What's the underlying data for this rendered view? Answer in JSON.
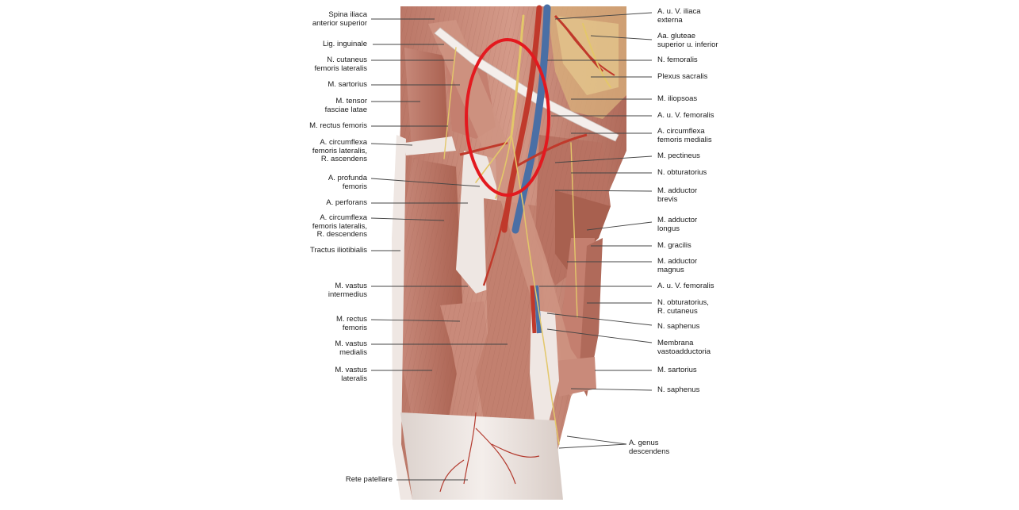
{
  "left_labels": [
    {
      "text": "Spina iliaca\nanterior superior"
    },
    {
      "text": "Lig. inguinale"
    },
    {
      "text": "N. cutaneus\nfemoris lateralis"
    },
    {
      "text": "M. sartorius"
    },
    {
      "text": "M. tensor\nfasciae latae"
    },
    {
      "text": "M. rectus femoris"
    },
    {
      "text": "A. circumflexa\nfemoris lateralis,\nR. ascendens"
    },
    {
      "text": "A. profunda\nfemoris"
    },
    {
      "text": "A. perforans"
    },
    {
      "text": "A. circumflexa\nfemoris lateralis,\nR. descendens"
    },
    {
      "text": "Tractus iliotibialis"
    },
    {
      "text": "M. vastus\nintermedius"
    },
    {
      "text": "M. rectus\nfemoris"
    },
    {
      "text": "M. vastus\nmedialis"
    },
    {
      "text": "M. vastus\nlateralis"
    },
    {
      "text": "Rete patellare"
    }
  ],
  "right_labels": [
    {
      "text": "A. u. V. iliaca\nexterna"
    },
    {
      "text": "Aa. gluteae\nsuperior u. inferior"
    },
    {
      "text": "N. femoralis"
    },
    {
      "text": "Plexus sacralis"
    },
    {
      "text": "M. iliopsoas"
    },
    {
      "text": "A. u. V. femoralis"
    },
    {
      "text": "A. circumflexa\nfemoris medialis"
    },
    {
      "text": "M. pectineus"
    },
    {
      "text": "N. obturatorius"
    },
    {
      "text": "M. adductor\nbrevis"
    },
    {
      "text": "M. adductor\nlongus"
    },
    {
      "text": "M. gracilis"
    },
    {
      "text": "M. adductor\nmagnus"
    },
    {
      "text": "A. u. V. femoralis"
    },
    {
      "text": "N. obturatorius,\nR. cutaneus"
    },
    {
      "text": "N. saphenus"
    },
    {
      "text": "Membrana\nvastoadductoria"
    },
    {
      "text": "M. sartorius"
    },
    {
      "text": "N. saphenus"
    },
    {
      "text": "A. genus\ndescendens"
    }
  ],
  "colors": {
    "muscle": "#c98a7a",
    "muscle_dark": "#a8604f",
    "fascia": "#ece4e0",
    "artery": "#c0392b",
    "vein": "#4a6fa5",
    "nerve": "#e3c76a",
    "highlight_ellipse": "#e3191f"
  }
}
